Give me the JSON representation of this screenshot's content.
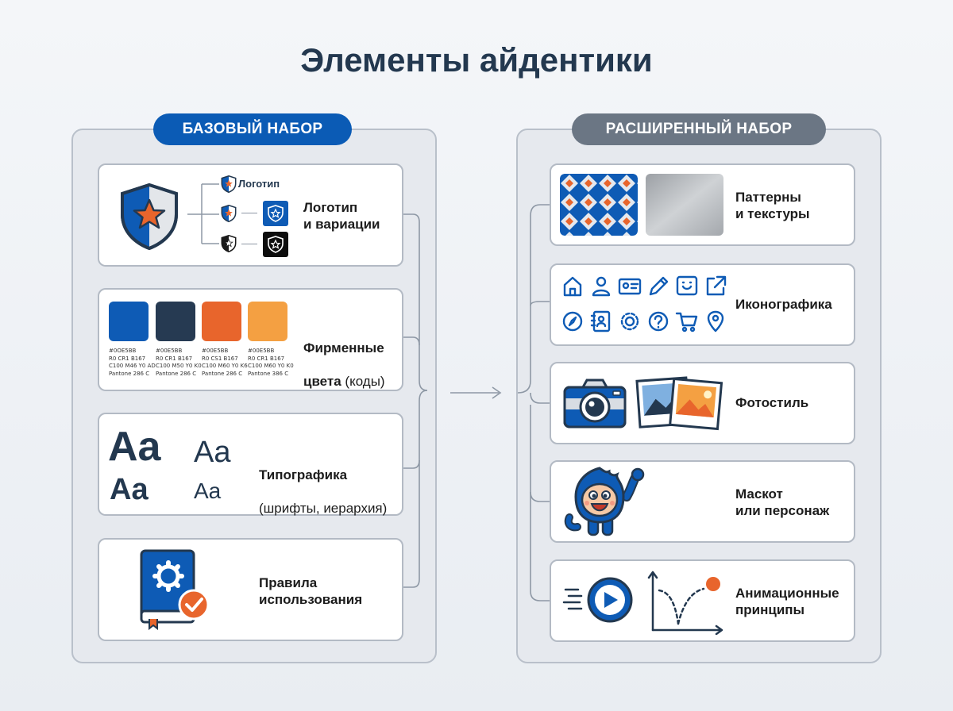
{
  "title": "Элементы айдентики",
  "basic": {
    "label": "БАЗОВЫЙ НАБОР",
    "logo": {
      "mini_label": "Логотип",
      "title": "Логотип\nи вариации"
    },
    "colors": {
      "title_line1": "Фирменные",
      "title_line2_bold": "цвета",
      "title_line2_light": " (коды)",
      "swatches": [
        {
          "hex": "#0E5BB5",
          "code": "#0OE5BB\nR0 CR1 B167\nC100 M46 Y0 AD\nPantone 286 C"
        },
        {
          "hex": "#263A52",
          "code": "#00E5BB\nR0 CR1 B167\nC100 M50 Y0 K0\nPantone 286 C"
        },
        {
          "hex": "#E8652C",
          "code": "#00E5BB\nR0 CS1 B167\nC100 M60 Y0 K6\nPantone 286 C"
        },
        {
          "hex": "#F4A042",
          "code": "#00E5BB\nR0 CR1 B167\nC100 M60 Y0 K0\nPantone 386 C"
        }
      ]
    },
    "typography": {
      "title": "Типографика",
      "subtitle": "(шрифты, иерархия)",
      "sample": "Aa"
    },
    "rules": {
      "title": "Правила\nиспользования"
    }
  },
  "extended": {
    "label": "РАСШИРЕННЫЙ НАБОР",
    "patterns": {
      "title": "Паттерны\nи текстуры"
    },
    "icons": {
      "title": "Иконографика"
    },
    "photo": {
      "title": "Фотостиль"
    },
    "mascot": {
      "title": "Маскот\nили персонаж"
    },
    "animation": {
      "title": "Анимационные\nпринципы"
    }
  },
  "colors": {
    "primary": "#0E5BB5",
    "navy": "#263A52",
    "orange": "#E8652C",
    "amber": "#F4A042",
    "gray_label": "#6B7684"
  }
}
